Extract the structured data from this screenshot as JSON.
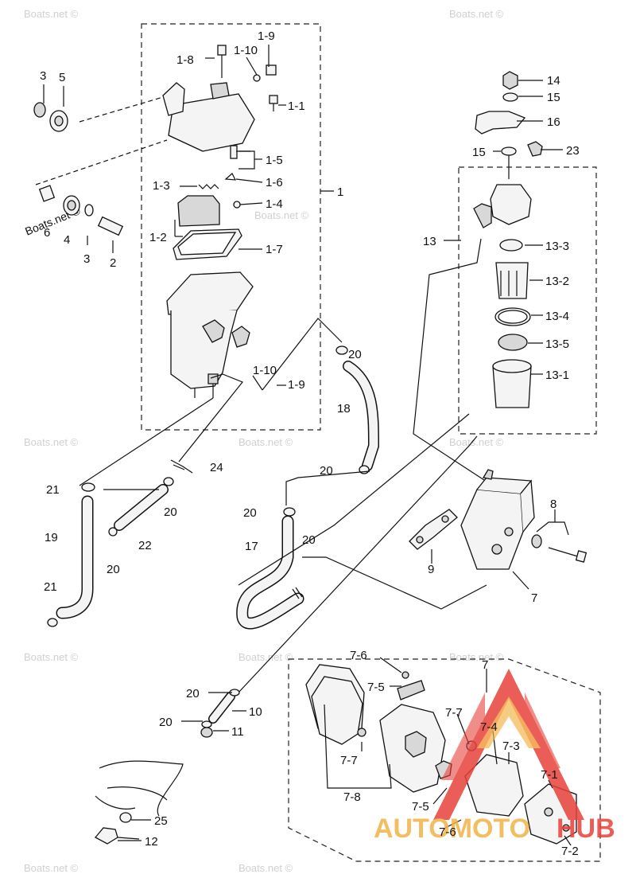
{
  "watermark": "Boats.net ©",
  "watermark_inline": "Boats.net ©",
  "logo": {
    "part1": "AUTOMOTO",
    "part2": "HUB",
    "accent": "#e8413a",
    "accent2": "#f2b347"
  },
  "labels": {
    "l1_9": "1-9",
    "l1_8": "1-8",
    "l1_10a": "1-10",
    "l1_1": "1-1",
    "l1_5": "1-5",
    "l1_6": "1-6",
    "l1_3": "1-3",
    "l1_4": "1-4",
    "l1_2": "1-2",
    "l1_7": "1-7",
    "l1": "1",
    "l1_10b": "1-10",
    "l1_9b": "1-9",
    "l3a": "3",
    "l5": "5",
    "l6": "6",
    "l4": "4",
    "l3b": "3",
    "l2": "2",
    "l14": "14",
    "l15a": "15",
    "l16": "16",
    "l15b": "15",
    "l23": "23",
    "l13": "13",
    "l13_3": "13-3",
    "l13_2": "13-2",
    "l13_4": "13-4",
    "l13_5": "13-5",
    "l13_1": "13-1",
    "l20a": "20",
    "l18": "18",
    "l24": "24",
    "l21a": "21",
    "l20b": "20",
    "l19": "19",
    "l22": "22",
    "l20c": "20",
    "l21b": "21",
    "l20d": "20",
    "l20e": "20",
    "l17": "17",
    "l20f": "20",
    "l8": "8",
    "l9": "9",
    "l7": "7",
    "l20g": "20",
    "l10": "10",
    "l20h": "20",
    "l11": "11",
    "l25": "25",
    "l12": "12",
    "l7_6a": "7-6",
    "l7b": "7",
    "l7_5a": "7-5",
    "l7_7a": "7-7",
    "l7_4": "7-4",
    "l7_3": "7-3",
    "l7_7b": "7-7",
    "l7_8": "7-8",
    "l7_5b": "7-5",
    "l7_6b": "7-6",
    "l7_1": "7-1",
    "l7_2": "7-2"
  }
}
